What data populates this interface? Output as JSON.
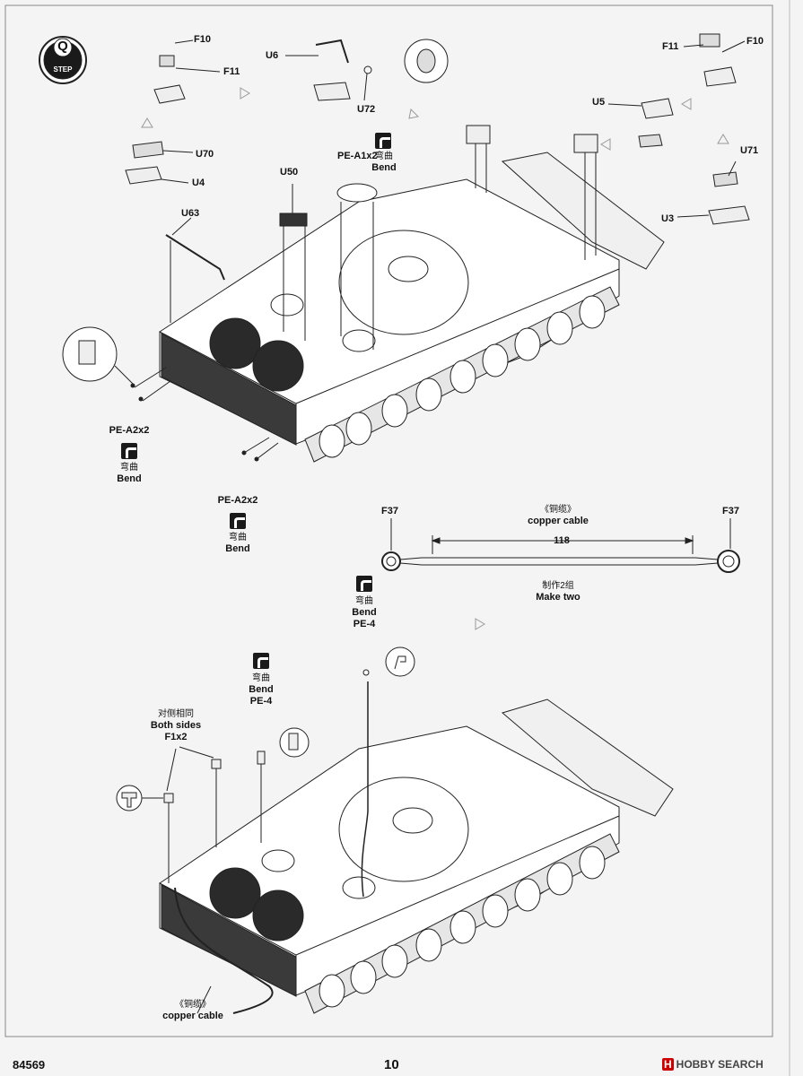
{
  "step": {
    "number": "Q",
    "label": "STEP"
  },
  "parts": {
    "f10_top": "F10",
    "f11_top": "F11",
    "u6": "U6",
    "u72": "U72",
    "f11_right": "F11",
    "f10_right": "F10",
    "u5": "U5",
    "u70": "U70",
    "u4": "U4",
    "pe_a1": "PE-A1x2",
    "u50": "U50",
    "u63": "U63",
    "u71": "U71",
    "u3": "U3",
    "pe_a2_left": "PE-A2x2",
    "pe_a2_mid": "PE-A2x2",
    "f37_left": "F37",
    "f37_right": "F37",
    "pe4_a": "PE-4",
    "pe4_b": "PE-4",
    "f1": "F1x2"
  },
  "bend": {
    "zh": "弯曲",
    "en": "Bend"
  },
  "cable": {
    "zh": "《铜缆》",
    "en": "copper cable",
    "length": "118",
    "make_zh": "制作2组",
    "make_en": "Make two"
  },
  "both_sides": {
    "zh": "对侧相同",
    "en": "Both sides"
  },
  "bottom_cable": {
    "zh": "《铜缆》",
    "en": "copper cable"
  },
  "footer": {
    "code": "84569",
    "page": "10"
  },
  "watermark": {
    "brand": "H",
    "text": "HOBBY SEARCH"
  }
}
